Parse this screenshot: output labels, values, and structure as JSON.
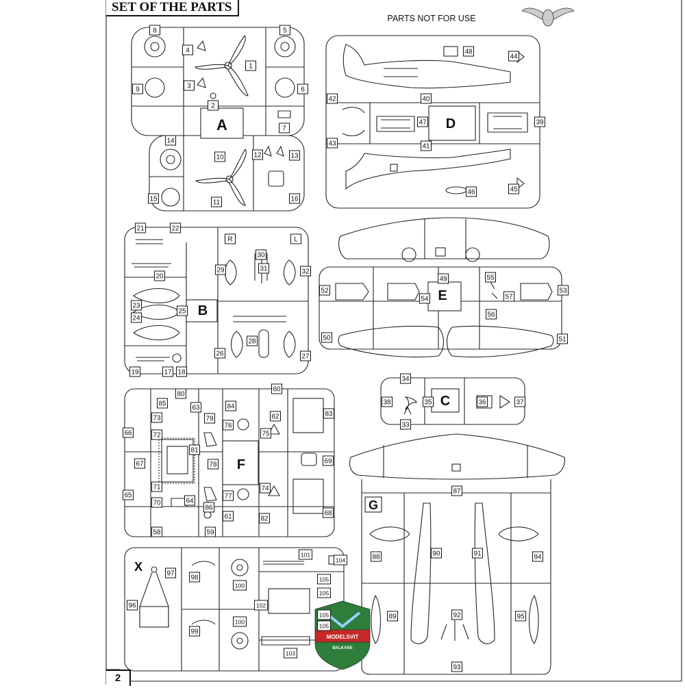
{
  "page": {
    "title": "SET OF THE PARTS",
    "note": "PARTS NOT FOR USE",
    "page_number": "2"
  },
  "logo": {
    "text": "MODELSVIT",
    "sub_text": "BALKANS"
  },
  "sprues": [
    {
      "letter": "A",
      "parts": [
        "8",
        "5",
        "4",
        "1",
        "3",
        "2",
        "9",
        "6",
        "7",
        "14",
        "10",
        "12",
        "13",
        "15",
        "11",
        "16"
      ]
    },
    {
      "letter": "D",
      "parts": [
        "48",
        "44",
        "40",
        "42",
        "47",
        "39",
        "43",
        "41",
        "46",
        "45"
      ]
    },
    {
      "letter": "B",
      "parts": [
        "21",
        "22",
        "R",
        "L",
        "30",
        "29",
        "31",
        "32",
        "20",
        "23",
        "25",
        "24",
        "28",
        "26",
        "27",
        "19",
        "17",
        "18"
      ]
    },
    {
      "letter": "E",
      "parts": [
        "49",
        "55",
        "52",
        "54",
        "57",
        "53",
        "56",
        "50",
        "51"
      ]
    },
    {
      "letter": "C",
      "parts": [
        "34",
        "38",
        "35",
        "36",
        "37",
        "33"
      ]
    },
    {
      "letter": "F",
      "parts": [
        "80",
        "60",
        "85",
        "63",
        "84",
        "73",
        "79",
        "62",
        "83",
        "66",
        "72",
        "76",
        "75",
        "81",
        "67",
        "69",
        "78",
        "71",
        "74",
        "65",
        "70",
        "64",
        "77",
        "86",
        "68",
        "61",
        "82",
        "58",
        "59"
      ]
    },
    {
      "letter": "G",
      "parts": [
        "87",
        "88",
        "90",
        "91",
        "94",
        "89",
        "92",
        "95",
        "93"
      ]
    },
    {
      "letter": "X",
      "parts": [
        "101",
        "104",
        "97",
        "98",
        "105",
        "100",
        "105",
        "96",
        "102",
        "105",
        "105",
        "100",
        "99",
        "103"
      ]
    }
  ]
}
